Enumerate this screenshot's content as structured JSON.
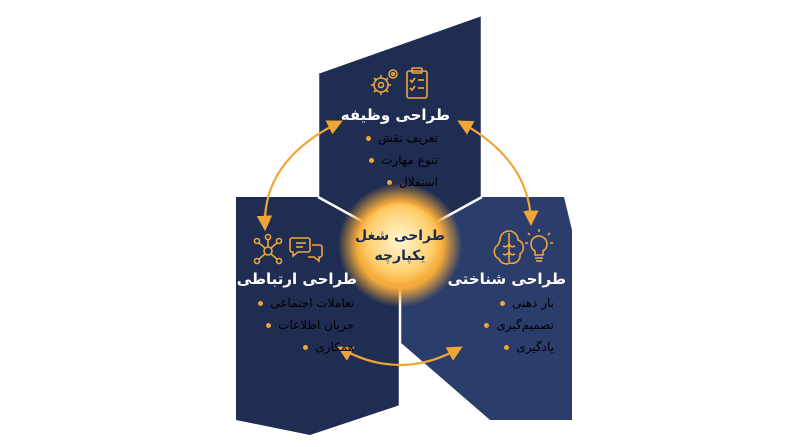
{
  "colors": {
    "panel_dark": "#1f2d52",
    "panel_right": "#2b3d6b",
    "accent": "#f0a637",
    "text": "#ffffff",
    "center_text": "#1c2b4f"
  },
  "center": {
    "line1": "طراحی شغل",
    "line2": "یکپارچه"
  },
  "panels": {
    "top": {
      "title": "طراحی وظیفه",
      "icons": [
        "gears-icon",
        "clipboard-checklist-icon"
      ],
      "items": [
        "تعریف نقش",
        "تنوع مهارت",
        "استقلال"
      ]
    },
    "left": {
      "title": "طراحی ارتباطی",
      "icons": [
        "network-icon",
        "chat-bubbles-icon"
      ],
      "items": [
        "تعاملات اجتماعی",
        "جریان اطلاعات",
        "همکاری"
      ]
    },
    "right": {
      "title": "طراحی شناختی",
      "icons": [
        "brain-icon",
        "lightbulb-icon"
      ],
      "items": [
        "بار ذهنی",
        "تصمیم‌گیری",
        "یادگیری"
      ]
    }
  }
}
